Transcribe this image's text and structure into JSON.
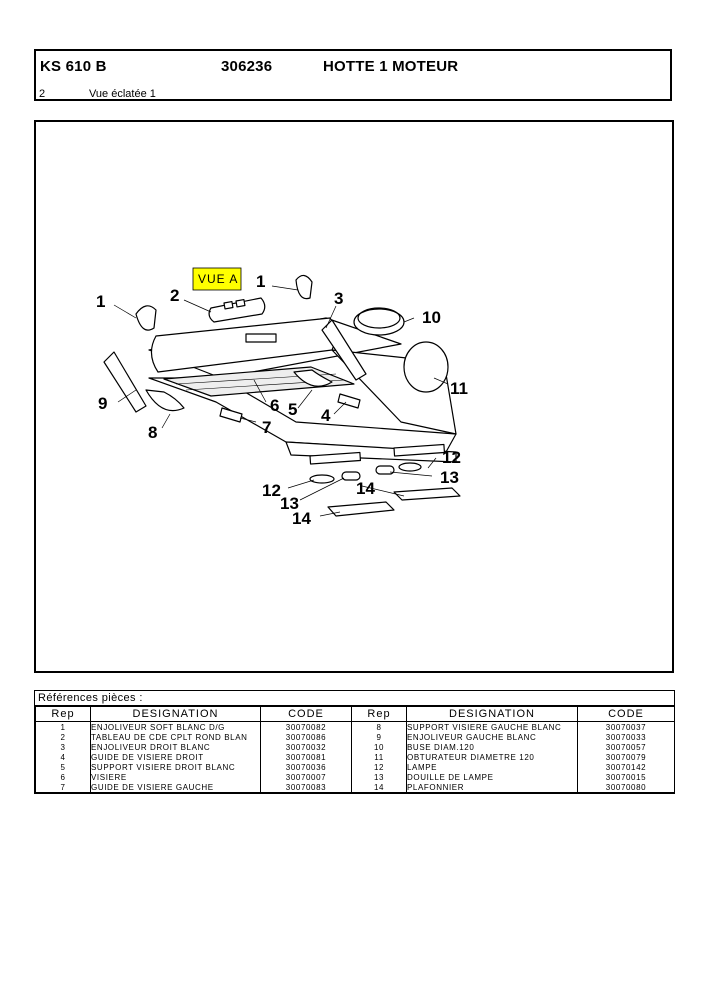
{
  "header": {
    "model": "KS 610 B",
    "code": "306236",
    "title": "HOTTE 1 MOTEUR",
    "page_number": "2",
    "view_label": "Vue éclatée 1"
  },
  "diagram": {
    "vue_label": "VUE A",
    "vue_label_color": "#ffff00",
    "callouts": [
      "1",
      "2",
      "1",
      "3",
      "10",
      "11",
      "9",
      "6",
      "5",
      "4",
      "7",
      "8",
      "12",
      "13",
      "12",
      "13",
      "14",
      "14"
    ]
  },
  "references": {
    "title": "Références pièces  :",
    "columns": [
      "Rep",
      "DESIGNATION",
      "CODE",
      "Rep",
      "DESIGNATION",
      "CODE"
    ],
    "rows": [
      [
        "1",
        "ENJOLIVEUR SOFT BLANC D/G",
        "30070082",
        "8",
        "SUPPORT VISIERE GAUCHE BLANC",
        "30070037"
      ],
      [
        "2",
        "TABLEAU DE CDE CPLT ROND BLAN",
        "30070086",
        "9",
        "ENJOLIVEUR GAUCHE BLANC",
        "30070033"
      ],
      [
        "3",
        "ENJOLIVEUR DROIT BLANC",
        "30070032",
        "10",
        "BUSE DIAM.120",
        "30070057"
      ],
      [
        "4",
        "GUIDE DE VISIERE DROIT",
        "30070081",
        "11",
        "OBTURATEUR DIAMETRE 120",
        "30070079"
      ],
      [
        "5",
        "SUPPORT VISIERE DROIT BLANC",
        "30070036",
        "12",
        "LAMPE",
        "30070142"
      ],
      [
        "6",
        "VISIERE",
        "30070007",
        "13",
        "DOUILLE DE LAMPE",
        "30070015"
      ],
      [
        "7",
        "GUIDE DE VISIERE GAUCHE",
        "30070083",
        "14",
        "PLAFONNIER",
        "30070080"
      ]
    ]
  }
}
